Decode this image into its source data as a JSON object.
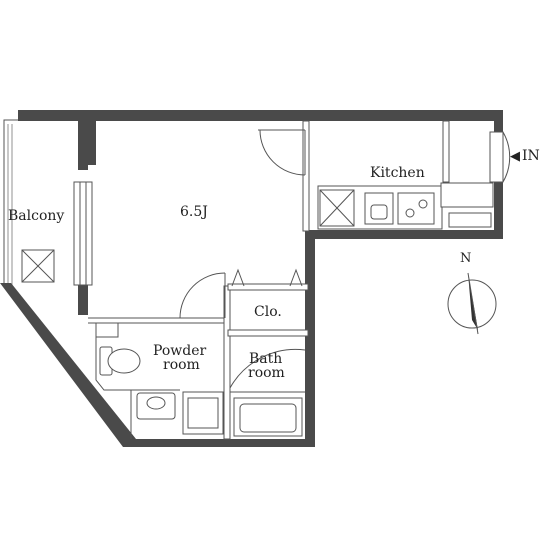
{
  "rooms": {
    "balcony": "Balcony",
    "main_room": "6.5J",
    "kitchen": "Kitchen",
    "closet": "Clo.",
    "powder_room_line1": "Powder",
    "powder_room_line2": "room",
    "bath_room_line1": "Bath",
    "bath_room_line2": "room"
  },
  "entrance": {
    "label": "IN",
    "arrow": "◀"
  },
  "compass": {
    "north": "N"
  }
}
